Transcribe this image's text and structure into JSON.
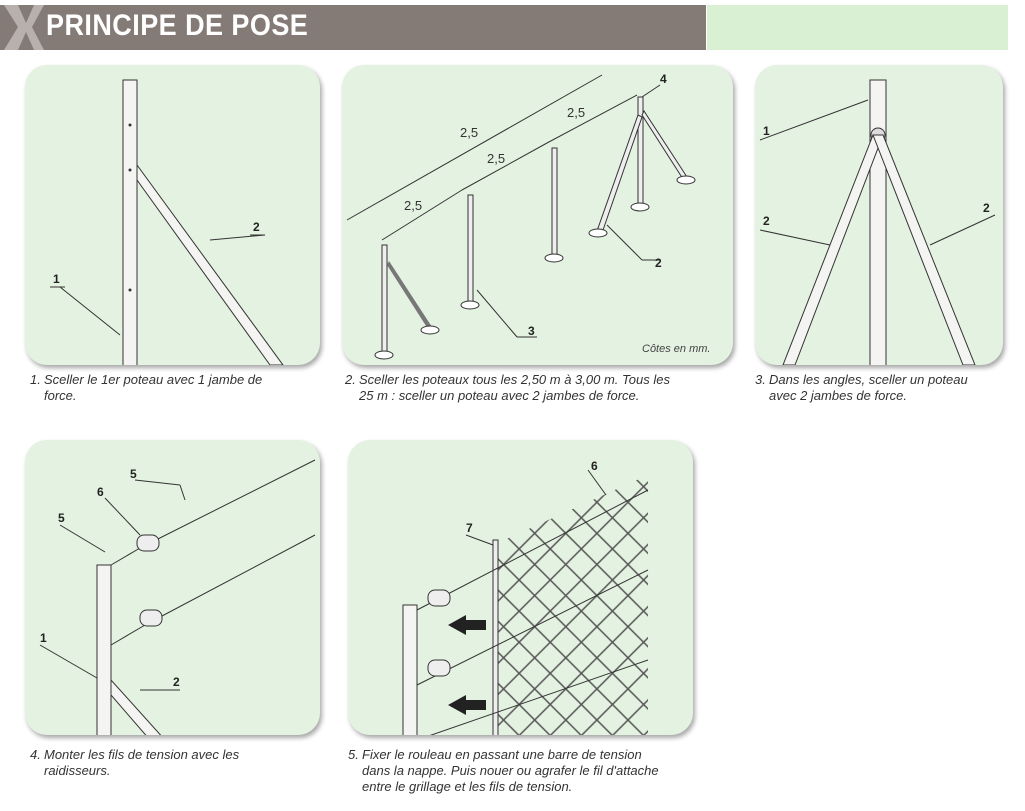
{
  "header": {
    "title": "PRINCIPE DE POSE",
    "bar_color": "#847a76",
    "accent_color": "#daf0d2"
  },
  "panels": [
    {
      "labels": [
        "1",
        "2"
      ],
      "caption_num": "1.",
      "caption": "Sceller le 1er poteau avec 1 jambe de",
      "caption_cont": "force."
    },
    {
      "labels": [
        "4",
        "2",
        "3"
      ],
      "dims": [
        "2,5",
        "2,5",
        "2,5",
        "2,5"
      ],
      "note": "Côtes en mm.",
      "caption_num": "2.",
      "caption": "Sceller les poteaux tous les 2,50 m à 3,00 m. Tous les",
      "caption_cont": "25 m : sceller un poteau avec 2 jambes de force."
    },
    {
      "labels": [
        "1",
        "2",
        "2"
      ],
      "caption_num": "3.",
      "caption": "Dans les angles, sceller un poteau",
      "caption_cont": "avec 2 jambes de force."
    },
    {
      "labels": [
        "5",
        "6",
        "5",
        "1",
        "2"
      ],
      "caption_num": "4.",
      "caption": "Monter les fils de tension avec les",
      "caption_cont": "raidisseurs."
    },
    {
      "labels": [
        "6",
        "7"
      ],
      "caption_num": "5.",
      "caption": "Fixer le rouleau en passant une barre de tension",
      "caption_cont": "dans la nappe. Puis nouer ou agrafer le fil d'attache",
      "caption_cont2": "entre le grillage et les fils de tension."
    }
  ]
}
